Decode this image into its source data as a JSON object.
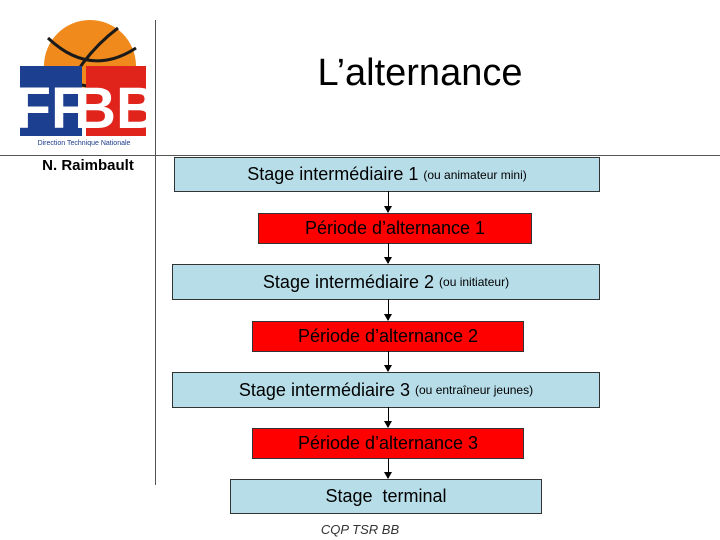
{
  "logo": {
    "letters_left": "FF",
    "letters_right": "BB",
    "caption": "Direction Technique Nationale",
    "colors": {
      "ball": "#f08a1c",
      "blue": "#1d3f8f",
      "red": "#e0231b"
    }
  },
  "author": "N. Raimbault",
  "title": "L’alternance",
  "flow": {
    "stage1": {
      "label": "Stage intermédiaire 1",
      "note": "(ou animateur mini)"
    },
    "period1": {
      "label": "Période d’alternance 1"
    },
    "stage2": {
      "label": "Stage intermédiaire 2",
      "note": "(ou initiateur)"
    },
    "period2": {
      "label": "Période d’alternance 2"
    },
    "stage3": {
      "label": "Stage intermédiaire 3",
      "note": "(ou entraîneur jeunes)"
    },
    "period3": {
      "label": "Période d’alternance 3"
    },
    "final": {
      "label": "Stage  terminal"
    }
  },
  "colors": {
    "stage_fill": "#b7dde8",
    "period_fill": "#ff0000"
  },
  "footer": "CQP TSR BB"
}
